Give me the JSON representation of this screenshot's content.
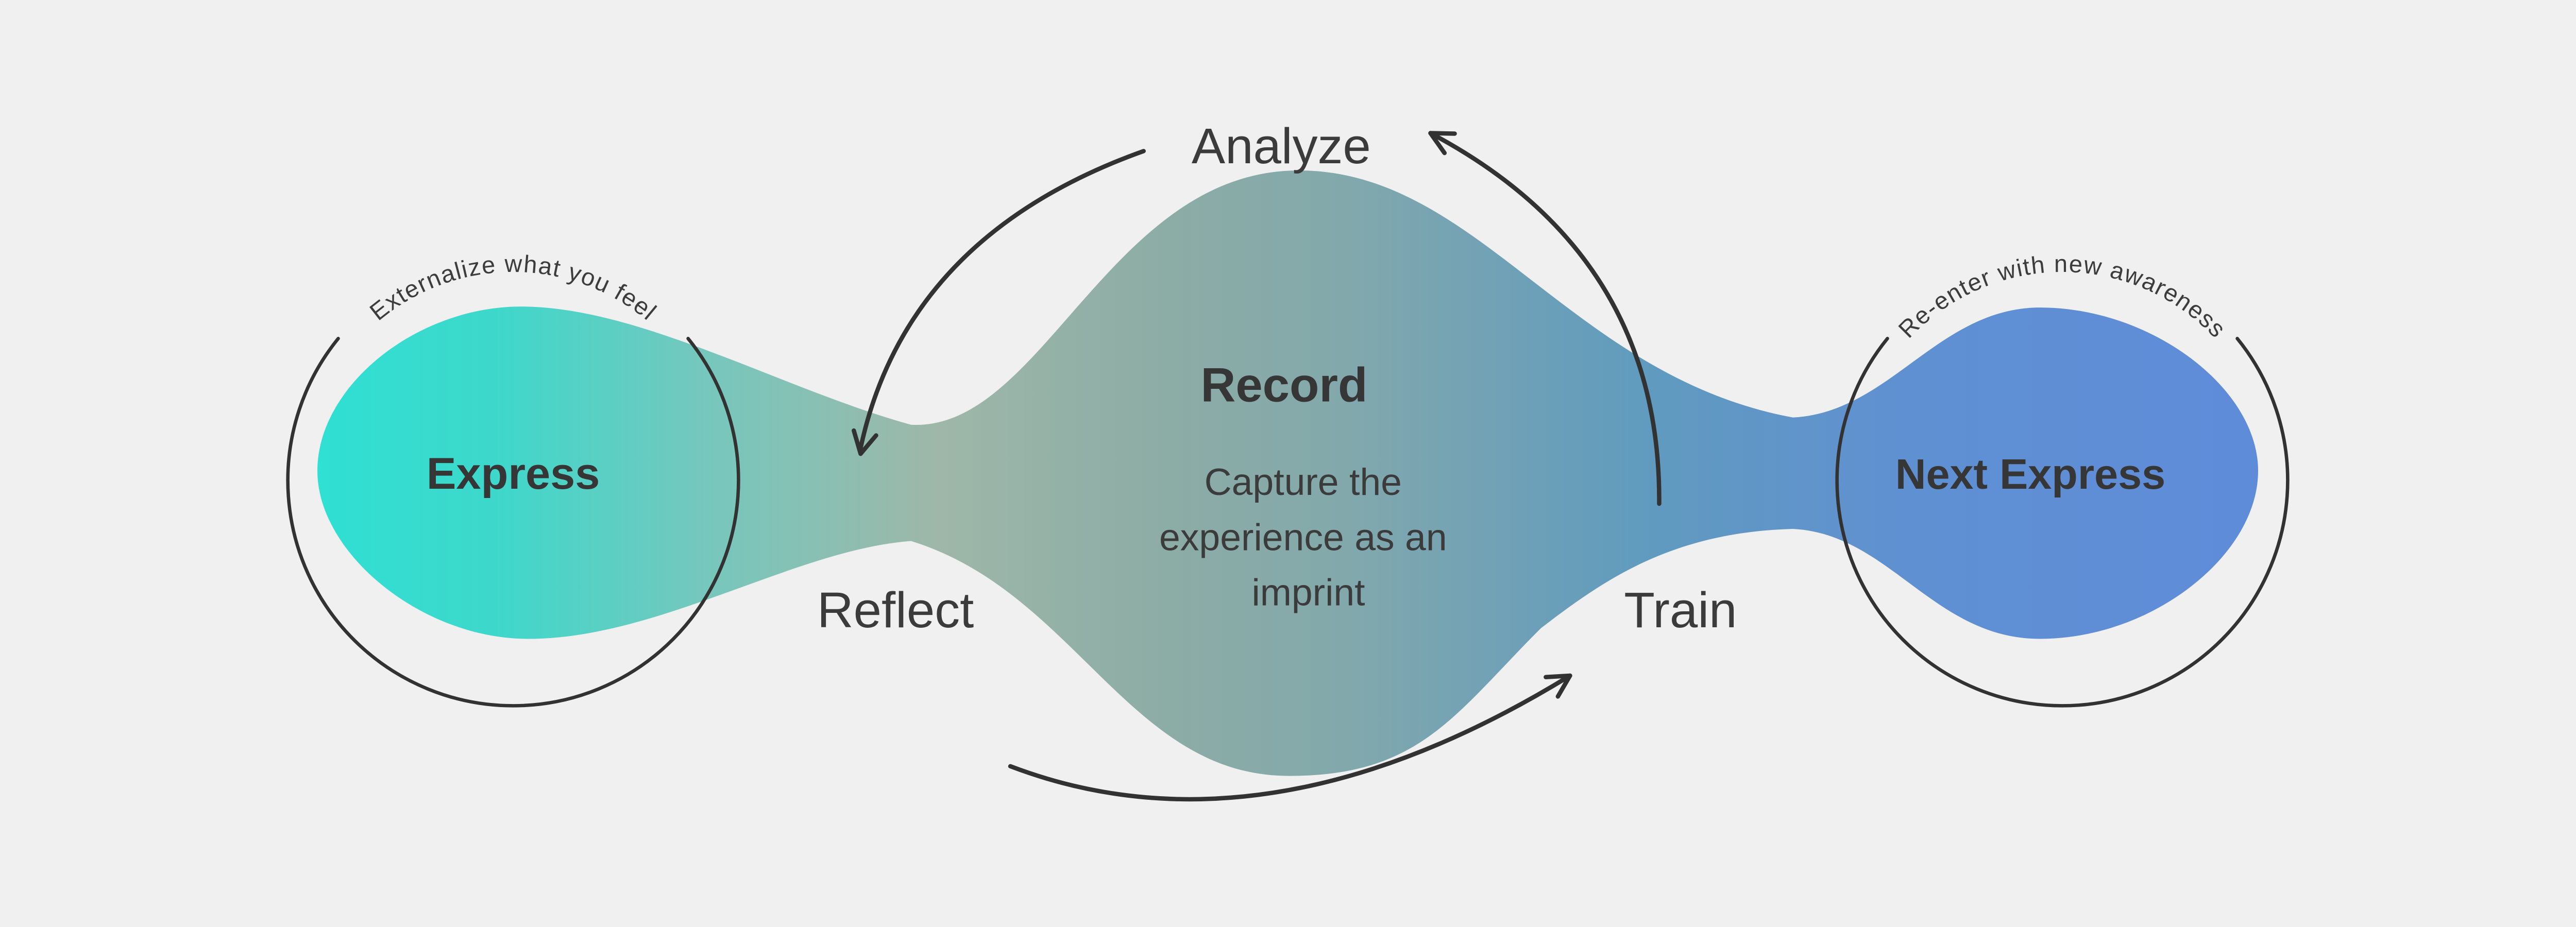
{
  "diagram": {
    "stages": {
      "express": {
        "label": "Express",
        "caption": "Externalize what you feel"
      },
      "record": {
        "label": "Record",
        "description_line1": "Capture the",
        "description_line2": "experience as an",
        "description_line3": "imprint"
      },
      "next_express": {
        "label": "Next Express",
        "caption": "Re-enter with new awareness"
      }
    },
    "cycle_steps": {
      "analyze": "Analyze",
      "reflect": "Reflect",
      "train": "Train"
    }
  },
  "colors": {
    "background": "#F0F0F0",
    "ink": "#323232",
    "text": "#3B3B3B",
    "gradient": {
      "g0": "#2FE0D3",
      "g1": "#3DD8CB",
      "g2": "#76C7BD",
      "g3": "#9EB7A8",
      "g4": "#8CACA6",
      "g5": "#84A9AB",
      "g6": "#619BBE",
      "g7": "#5F90D2",
      "g8": "#5F8CD9"
    }
  }
}
